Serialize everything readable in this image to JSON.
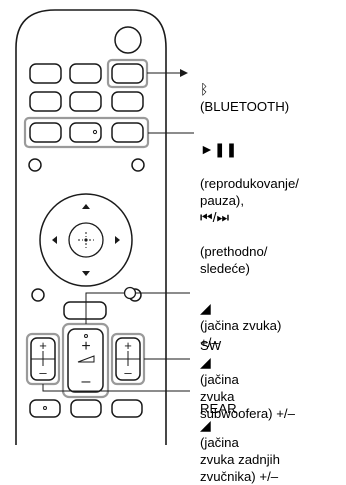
{
  "labels": {
    "bluetooth": {
      "icon": "bluetooth-icon",
      "text": "(BLUETOOTH)"
    },
    "play_pause": {
      "icon": "play-pause-icon",
      "text_a": "(reprodukovanje/\npauza),",
      "icon2": "prev-next-icon",
      "text_b": "(prethodno/\nsledeće)"
    },
    "volume": {
      "icon": "volume-icon",
      "text": "(jačina zvuka)\n+/–"
    },
    "subwoofer": {
      "prefix": "SW",
      "icon": "volume-icon",
      "text": "(jačina\nzvuka\nsubwoofera) +/–"
    },
    "rear": {
      "prefix": "REAR",
      "icon": "volume-icon",
      "text": "(jačina\nzvuka zadnjih\nzvučnika) +/–"
    }
  },
  "remote": {
    "plus": "+",
    "minus": "–"
  },
  "colors": {
    "line": "#1a1a1a",
    "highlight": "#9a9a9a"
  }
}
